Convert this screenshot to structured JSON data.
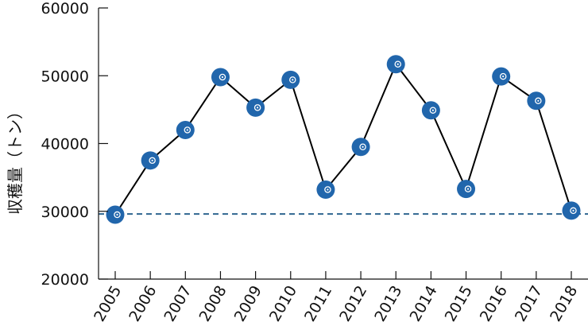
{
  "chart_data": {
    "type": "line",
    "title": "",
    "xlabel": "",
    "ylabel": "収穫量（トン）",
    "x": [
      "2005",
      "2006",
      "2007",
      "2008",
      "2009",
      "2010",
      "2011",
      "2012",
      "2013",
      "2014",
      "2015",
      "2016",
      "2017",
      "2018"
    ],
    "series": [
      {
        "values": [
          29500,
          37500,
          42000,
          49800,
          45300,
          49400,
          33200,
          39500,
          51700,
          44900,
          33300,
          49900,
          46300,
          30100
        ]
      }
    ],
    "reference_line": {
      "value": 29600,
      "style": "dashed",
      "color": "#2f6690"
    },
    "ylim": [
      20000,
      60000
    ],
    "yticks": [
      20000,
      30000,
      40000,
      50000,
      60000
    ],
    "grid": false,
    "colors": {
      "line": "#000000",
      "marker": "#2166ac",
      "marker_icon": "#ffffff",
      "axis": "#111111"
    }
  }
}
